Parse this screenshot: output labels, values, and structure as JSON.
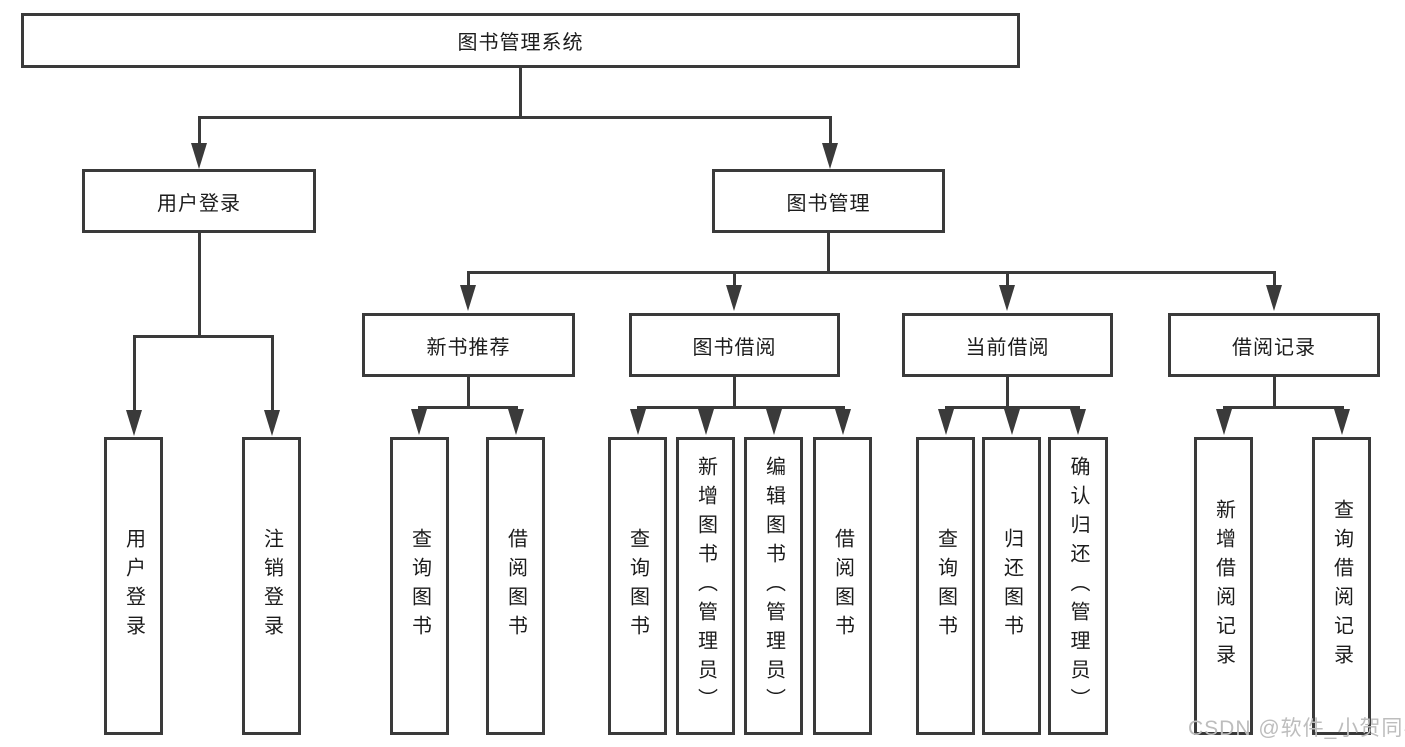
{
  "diagram_title": "图书管理系统",
  "colors": {
    "line": "#3a3a3a",
    "text": "#1c1c1c",
    "background": "#ffffff",
    "watermark": "#bdbdbd"
  },
  "tree": {
    "root": {
      "label": "图书管理系统"
    },
    "children": [
      {
        "label": "用户登录",
        "children": [
          {
            "label": "用户登录"
          },
          {
            "label": "注销登录"
          }
        ]
      },
      {
        "label": "图书管理",
        "children": [
          {
            "label": "新书推荐",
            "children": [
              {
                "label": "查询图书"
              },
              {
                "label": "借阅图书"
              }
            ]
          },
          {
            "label": "图书借阅",
            "children": [
              {
                "label": "查询图书"
              },
              {
                "label": "新增图书（管理员）"
              },
              {
                "label": "编辑图书（管理员）"
              },
              {
                "label": "借阅图书"
              }
            ]
          },
          {
            "label": "当前借阅",
            "children": [
              {
                "label": "查询图书"
              },
              {
                "label": "归还图书"
              },
              {
                "label": "确认归还（管理员）"
              }
            ]
          },
          {
            "label": "借阅记录",
            "children": [
              {
                "label": "新增借阅记录"
              },
              {
                "label": "查询借阅记录"
              }
            ]
          }
        ]
      }
    ]
  },
  "watermark": {
    "text": "CSDN @软件_小贺同学"
  }
}
